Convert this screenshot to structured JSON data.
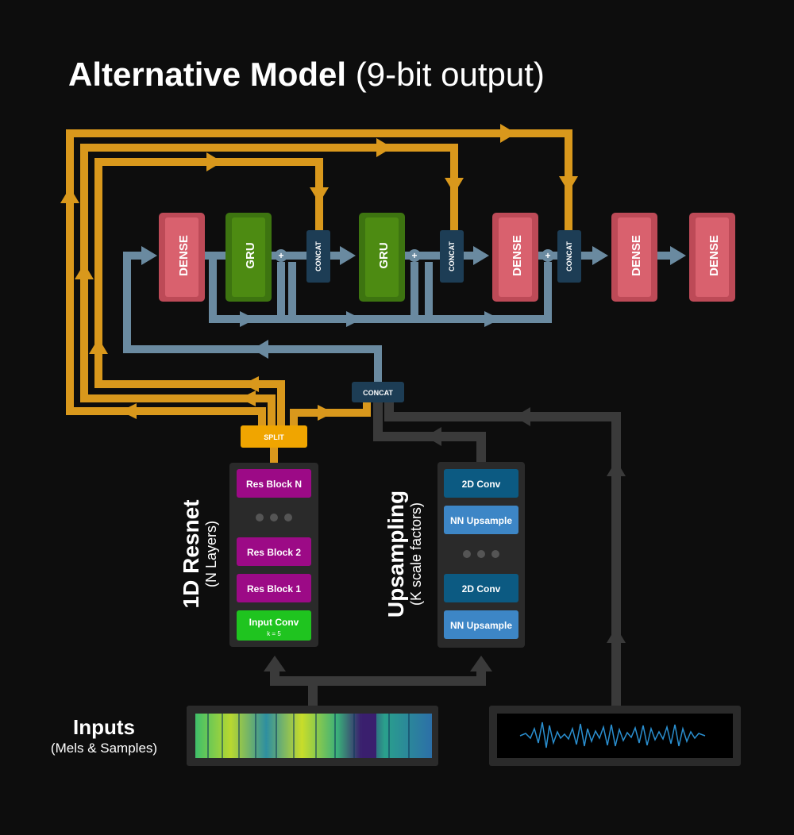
{
  "title": {
    "bold": "Alternative Model",
    "normal": "(9-bit output)"
  },
  "top_row": {
    "dense1": "DENSE",
    "gru1": "GRU",
    "concat1": "CONCAT",
    "gru2": "GRU",
    "concat2": "CONCAT",
    "dense2": "DENSE",
    "concat3": "CONCAT",
    "dense3": "DENSE",
    "dense4": "DENSE",
    "plus": "+"
  },
  "middle": {
    "concat_main": "CONCAT",
    "split": "SPLIT"
  },
  "resnet": {
    "label": "1D Resnet",
    "sublabel": "(N Layers)",
    "blocks": [
      "Res Block N",
      "Res Block 2",
      "Res Block 1"
    ],
    "input_conv": "Input Conv",
    "input_conv_note": "k = 5"
  },
  "upsampling": {
    "label": "Upsampling",
    "sublabel": "(K scale factors)",
    "blocks": [
      "2D Conv",
      "NN Upsample",
      "2D Conv",
      "NN Upsample"
    ]
  },
  "inputs": {
    "label": "Inputs",
    "sublabel": "(Mels & Samples)"
  },
  "colors": {
    "gold": "#d9981c",
    "blue_gray": "#6a8aa0",
    "gray_path": "#3a3a3a",
    "dense": "#d9616e",
    "gru": "#4d8b12",
    "concat": "#1d3d55",
    "res_block": "#9c0a86",
    "input_conv": "#1fc41f",
    "conv2d": "#0c5a82",
    "nn_upsample": "#3d86c6",
    "split": "#f0a500"
  }
}
